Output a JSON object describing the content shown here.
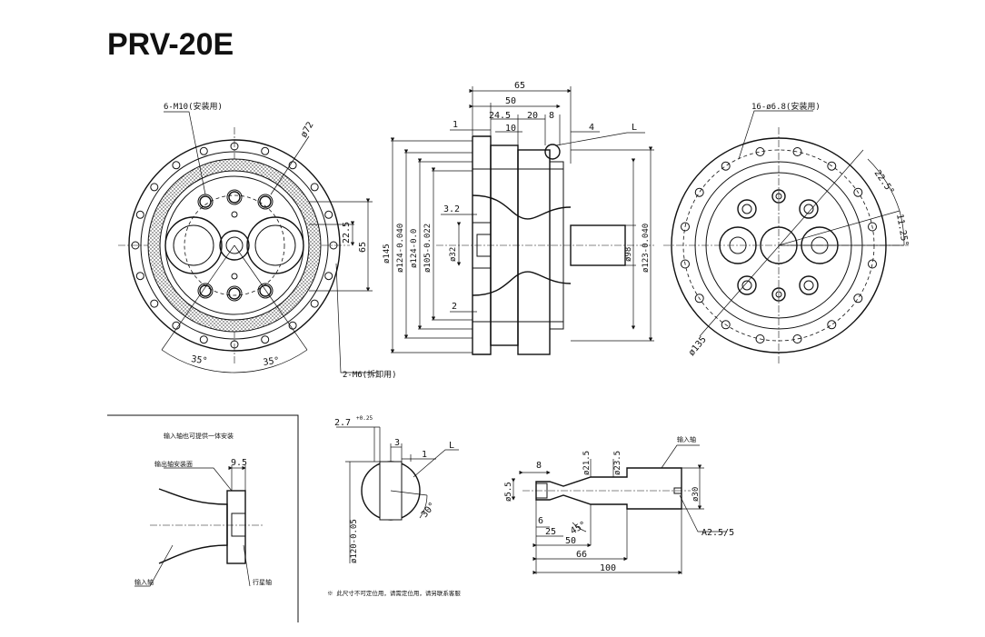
{
  "title": "PRV-20E",
  "front_view": {
    "label_holes_top": "6-M10(安装用)",
    "label_holes_bottom": "2-M6(拆卸用)",
    "dia_72": "ø72",
    "dim_22_5": "22.5",
    "dim_65": "65",
    "angle_left": "35°",
    "angle_right": "35°"
  },
  "side_view": {
    "dim_65": "65",
    "dim_50": "50",
    "dim_24_5": "24.5",
    "dim_20": "20",
    "dim_8": "8",
    "dim_1": "1",
    "dim_10": "10",
    "dim_4": "4",
    "label_L": "L",
    "dim_3_2": "3.2",
    "dim_2": "2",
    "dia_145": "ø145",
    "dia_124a": "ø124-0.040",
    "dia_124b": "ø124-0.0",
    "dia_105": "ø105-0.022",
    "dia_32": "ø32",
    "dia_98": "ø98",
    "dia_123": "ø123-0.040"
  },
  "rear_view": {
    "label_holes": "16-ø6.8(安装用)",
    "angle_22_5": "22.5°",
    "angle_11_25": "11.25°",
    "dia_135": "ø135"
  },
  "detail_motor": {
    "title": "输入轴也可提供一体安装",
    "label_flange": "输出轴安装面",
    "dim_9_5": "9.5",
    "label_input": "输入轴",
    "label_output": "行星轴"
  },
  "detail_L": {
    "dim_2_7": "2.7",
    "tol_2_7": "+0.25",
    "dim_3": "3",
    "dim_1": "1",
    "label_L": "L",
    "angle_30": "30°",
    "dia_120": "ø120-0.05",
    "note": "※ 此尺寸不可定位用，请需定位用，请另联系客服"
  },
  "detail_shaft": {
    "label_input_shaft": "输入轴",
    "dim_8": "8",
    "dia_21_5": "ø21.5",
    "dia_23_5": "ø23.5",
    "dia_5_5": "ø5.5",
    "dia_30": "ø30",
    "dim_6": "6",
    "dim_25": "25",
    "angle_45": "45°",
    "dim_50": "50",
    "dim_66": "66",
    "dim_100": "100",
    "label_a25": "A2.5/5"
  },
  "colors": {
    "ink": "#111111",
    "background": "#ffffff",
    "hatch": "#555555"
  }
}
